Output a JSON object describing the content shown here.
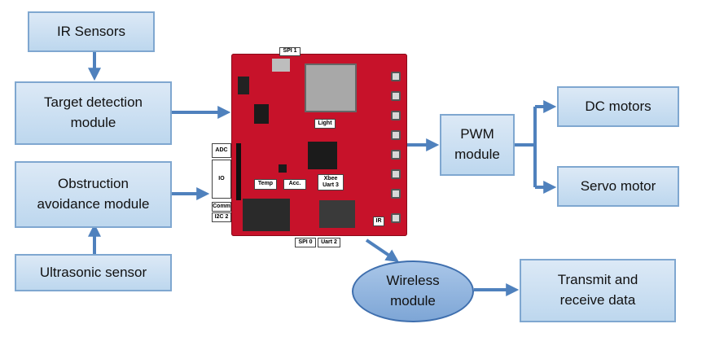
{
  "boxes": {
    "ir_sensors": "IR Sensors",
    "target_detection": "Target detection\nmodule",
    "obstruction_avoidance": "Obstruction\navoidance module",
    "ultrasonic": "Ultrasonic sensor",
    "pwm": "PWM\nmodule",
    "dc_motors": "DC motors",
    "servo_motor": "Servo motor",
    "wireless": "Wireless\nmodule",
    "transmit": "Transmit and\nreceive data"
  },
  "board_labels": {
    "spi1": "SPI 1",
    "light": "Light",
    "adc": "ADC",
    "io": "IO",
    "comm": "Comm",
    "i2c2": "I2C 2",
    "temp": "Temp",
    "acc": "Acc.",
    "xbee": "Xbee\nUart 3",
    "ir": "IR",
    "spi0": "SPI 0",
    "uart2": "Uart 2"
  },
  "colors": {
    "arrow": "#4f81bd",
    "box_border": "#7fa7d0",
    "board": "#c7122a"
  }
}
